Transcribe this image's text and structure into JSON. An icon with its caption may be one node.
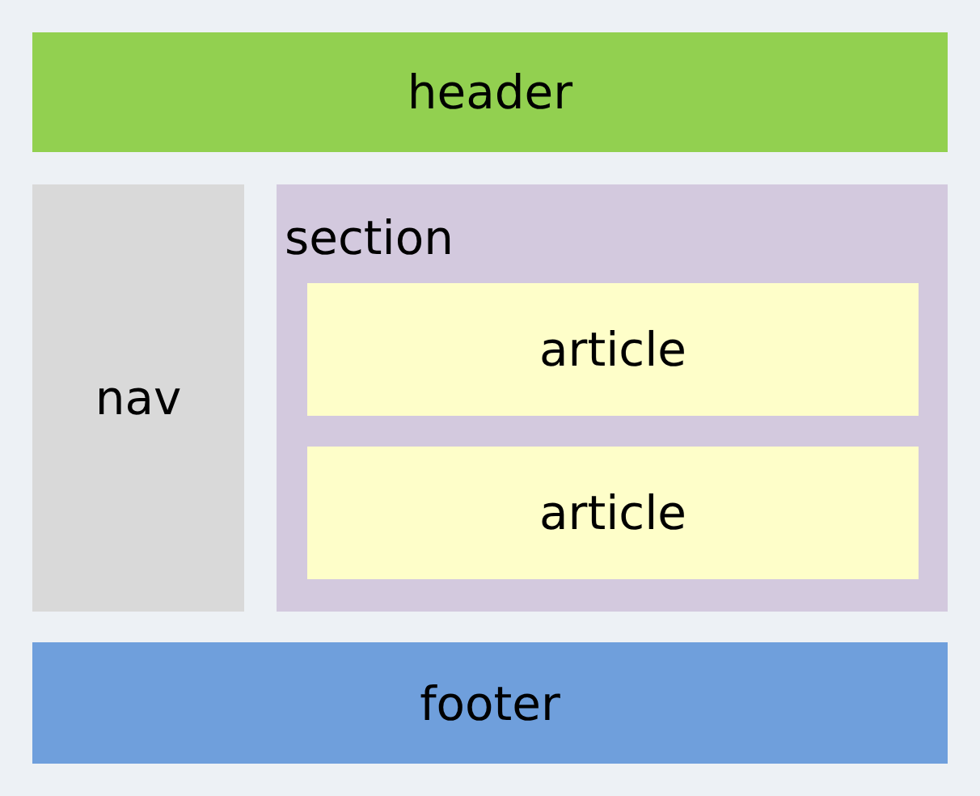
{
  "diagram": {
    "nodes": [
      {
        "text": [
          "header"
        ]
      },
      {
        "text": [
          "nav"
        ]
      },
      {
        "text": [
          "section"
        ]
      },
      {
        "text": [
          "article"
        ],
        "in": 2
      },
      {
        "text": [
          "article"
        ],
        "in": 2
      },
      {
        "text": [
          "footer"
        ]
      }
    ]
  }
}
